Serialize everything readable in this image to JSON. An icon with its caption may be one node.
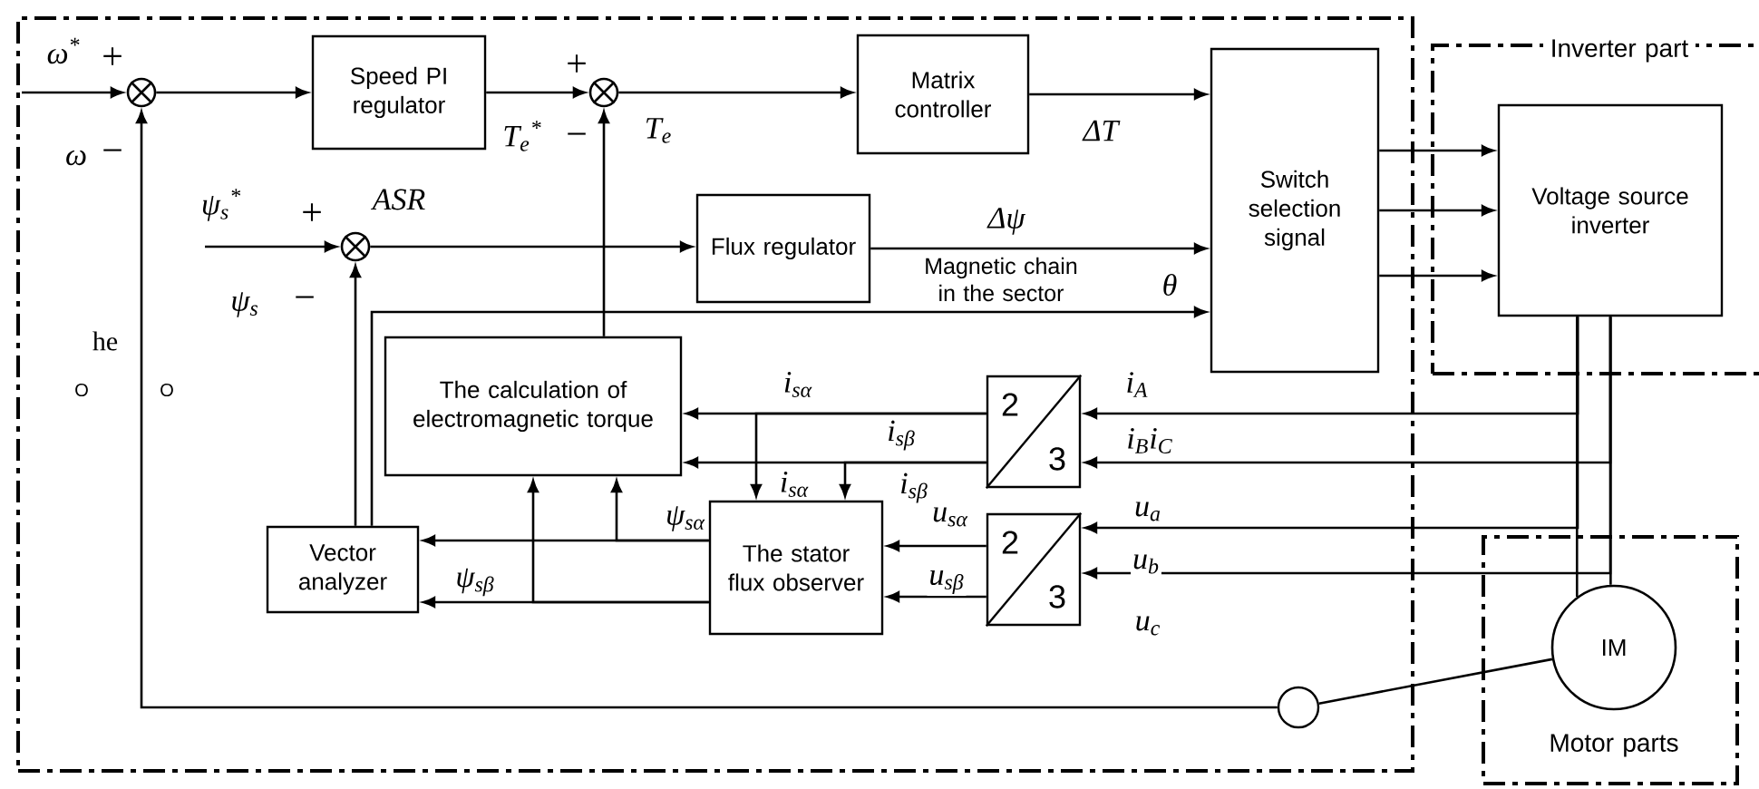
{
  "diagram": {
    "nodes": [
      {
        "text": [],
        "shape": "box"
      },
      {
        "text": [],
        "shape": "circle",
        "in": 0
      },
      {
        "text": [
          "Speed PI regulator"
        ],
        "beside": [
          "*ASR*"
        ],
        "in": 0
      },
      {
        "text": [],
        "shape": "circle",
        "in": 0
      },
      {
        "text": [
          "Matrix controller"
        ],
        "in": 0
      },
      {
        "text": [],
        "shape": "circle",
        "in": 0
      },
      {
        "text": [
          "Flux regulator"
        ],
        "in": 0
      },
      {
        "text": [
          "Switch selection signal"
        ],
        "in": 0
      },
      {
        "text": [
          "Inverter part"
        ]
      },
      {
        "text": [
          "Voltage source inverter"
        ],
        "in": 8
      },
      {
        "text": [
          "The calculation of electromagnetic torque"
        ],
        "in": 0
      },
      {
        "text": [
          "2",
          "3"
        ],
        "in": 0
      },
      {
        "text": [
          "Vector analyzer"
        ],
        "in": 0
      },
      {
        "text": [
          "The stator flux observer"
        ],
        "in": 0
      },
      {
        "text": [
          "2",
          "3"
        ],
        "in": 0
      },
      {
        "text": [
          "Motor parts"
        ]
      },
      {
        "text": [
          "IM"
        ],
        "in": 15
      },
      {
        "text": [],
        "shape": "circle",
        "in": 0
      }
    ],
    "edges": [
      {
        "from": null,
        "to": 1,
        "arrow": "to",
        "label": "ω$^{*}$"
      },
      {
        "from": 1,
        "to": 2,
        "arrow": "to"
      },
      {
        "from": 2,
        "to": 3,
        "arrow": "to",
        "label": "T$_{e}$$^{*}$"
      },
      {
        "from": 3,
        "to": 4,
        "arrow": "to",
        "label": "T$_{e}$"
      },
      {
        "from": 4,
        "to": 7,
        "arrow": "to",
        "label": "ΔT"
      },
      {
        "from": 10,
        "to": 3,
        "arrow": "to"
      },
      {
        "from": null,
        "to": 5,
        "arrow": "to",
        "label": "ψ$_{s}$$^{*}$"
      },
      {
        "from": 5,
        "to": 6,
        "arrow": "to"
      },
      {
        "from": 6,
        "to": 7,
        "arrow": "to",
        "label": "Δψ"
      },
      {
        "from": 12,
        "to": 5,
        "arrow": "to",
        "label": "ψ$_{s}$"
      },
      {
        "from": 12,
        "to": 7,
        "arrow": "to",
        "label": "Magnetic chain in the sector"
      },
      {
        "from": 7,
        "to": 9,
        "arrow": "to"
      },
      {
        "from": 7,
        "to": 9,
        "arrow": "to"
      },
      {
        "from": 7,
        "to": 9,
        "arrow": "to"
      },
      {
        "from": 17,
        "to": 1,
        "arrow": "to",
        "label": "ω"
      },
      {
        "from": 16,
        "to": 17,
        "arrow": "none"
      },
      {
        "from": 9,
        "to": 16,
        "arrow": "none"
      },
      {
        "from": 9,
        "to": 16,
        "arrow": "none"
      },
      {
        "from": 9,
        "to": 11,
        "arrow": "to",
        "label": "i$_{A}$"
      },
      {
        "from": 9,
        "to": 11,
        "arrow": "to",
        "label": "i$_{B}$i$_{C}$"
      },
      {
        "from": 9,
        "to": 14,
        "arrow": "to",
        "label": "u$_{a}$"
      },
      {
        "from": 9,
        "to": 14,
        "arrow": "to",
        "label": "u$_{b}$"
      },
      {
        "from": 11,
        "to": 10,
        "arrow": "to",
        "label": "i$_{sα}$"
      },
      {
        "from": 11,
        "to": 10,
        "arrow": "to",
        "label": "i$_{sβ}$"
      },
      {
        "from": 11,
        "to": 13,
        "arrow": "to",
        "label": "i$_{sα}$"
      },
      {
        "from": 11,
        "to": 13,
        "arrow": "to",
        "label": "i$_{sβ}$"
      },
      {
        "from": 14,
        "to": 13,
        "arrow": "to",
        "label": "u$_{sα}$"
      },
      {
        "from": 14,
        "to": 13,
        "arrow": "to",
        "label": "u$_{sβ}$"
      },
      {
        "from": 13,
        "to": 12,
        "arrow": "to",
        "label": "ψ$_{sα}$"
      },
      {
        "from": 13,
        "to": 12,
        "arrow": "to",
        "label": "ψ$_{sβ}$"
      },
      {
        "from": 13,
        "to": 10,
        "arrow": "to"
      },
      {
        "from": 13,
        "to": 10,
        "arrow": "to"
      }
    ],
    "labels": [
      "+",
      "−",
      "+",
      "−",
      "+",
      "−",
      "θ",
      "u$_{c}$",
      "he",
      "O",
      "O"
    ]
  }
}
